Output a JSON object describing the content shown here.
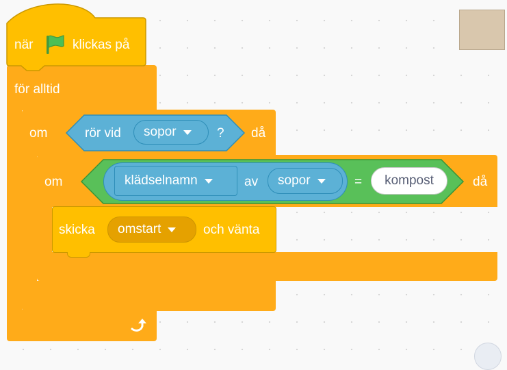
{
  "hat": {
    "prefix": "när",
    "flag_icon": "green-flag-icon",
    "suffix": "klickas på"
  },
  "forever": {
    "label": "för alltid",
    "loop_icon": "loop-arrow-icon"
  },
  "if_outer": {
    "label_om": "om",
    "label_then": "då",
    "condition": {
      "prefix": "rör vid",
      "menu_value": "sopor",
      "suffix": "?"
    }
  },
  "if_inner": {
    "label_om": "om",
    "label_then": "då",
    "equals": {
      "left": {
        "costume_menu": "klädselnamn",
        "of_label": "av",
        "sprite_menu": "sopor"
      },
      "operator": "=",
      "right_value": "kompost"
    }
  },
  "broadcast": {
    "label": "skicka",
    "menu_value": "omstart",
    "suffix": "och vänta"
  },
  "colors": {
    "control": "#ffab19",
    "events": "#ffbf00",
    "sensing": "#5cb1d6",
    "operators": "#59c059",
    "stage_thumb": "#d9c7ad"
  }
}
